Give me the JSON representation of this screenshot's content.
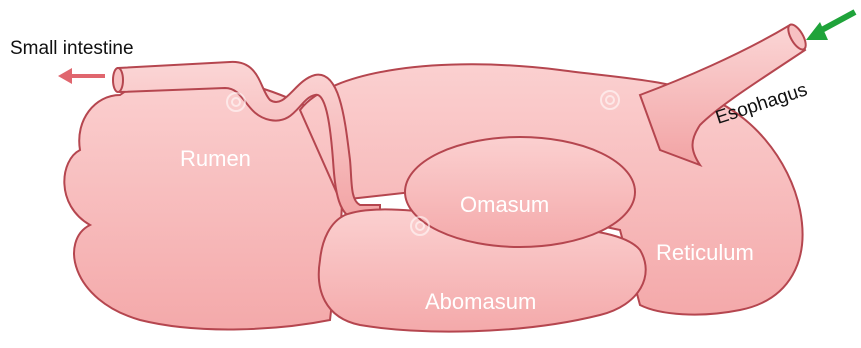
{
  "labels": {
    "small_intestine": "Small intestine",
    "esophagus": "Esophagus",
    "rumen": "Rumen",
    "omasum": "Omasum",
    "reticulum": "Reticulum",
    "abomasum": "Abomasum"
  },
  "colors": {
    "organ_fill": "#f6b3b3",
    "organ_fill_dark": "#ef9f9f",
    "organ_fill_light": "#fbd1d1",
    "outline": "#b5464f",
    "arrow_out": "#e0666e",
    "arrow_in": "#1fa33a"
  }
}
